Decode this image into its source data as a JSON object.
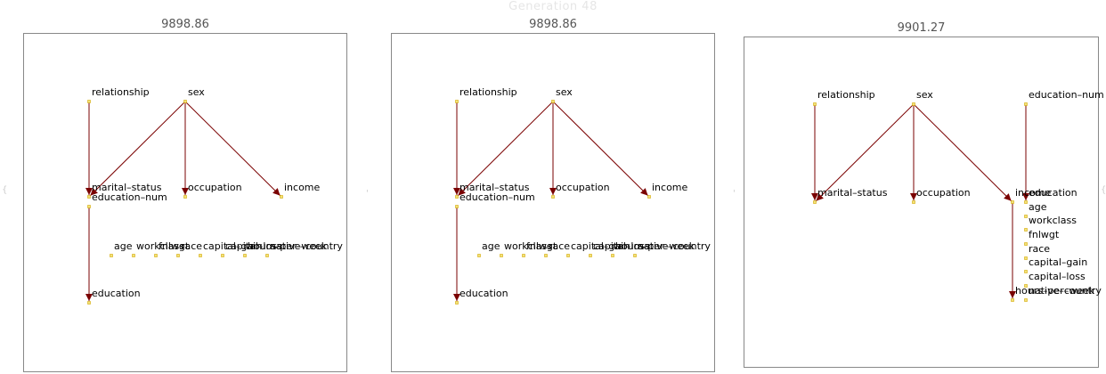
{
  "header": {
    "title": "Generation 48"
  },
  "separators": [
    "{",
    "'",
    "'",
    "{"
  ],
  "panels": [
    {
      "score": "9898.86",
      "nodes": [
        {
          "id": "relationship",
          "label": "relationship"
        },
        {
          "id": "sex",
          "label": "sex"
        },
        {
          "id": "marital-status",
          "label": "marital–status"
        },
        {
          "id": "occupation",
          "label": "occupation"
        },
        {
          "id": "income",
          "label": "income"
        },
        {
          "id": "education-num",
          "label": "education–num"
        },
        {
          "id": "age",
          "label": "age"
        },
        {
          "id": "workclass",
          "label": "workclass"
        },
        {
          "id": "fnlwgt",
          "label": "fnlwgt"
        },
        {
          "id": "race",
          "label": "race"
        },
        {
          "id": "capital-gain",
          "label": "capital–gain"
        },
        {
          "id": "capital-loss",
          "label": "capital–loss"
        },
        {
          "id": "hours-per-week",
          "label": "hours–per–week"
        },
        {
          "id": "native-country",
          "label": "native–country"
        },
        {
          "id": "education",
          "label": "education"
        }
      ],
      "edges": [
        {
          "from": "relationship",
          "to": "marital-status"
        },
        {
          "from": "sex",
          "to": "marital-status"
        },
        {
          "from": "sex",
          "to": "occupation"
        },
        {
          "from": "sex",
          "to": "income"
        },
        {
          "from": "education-num",
          "to": "education"
        }
      ]
    },
    {
      "score": "9898.86",
      "nodes": [
        {
          "id": "relationship",
          "label": "relationship"
        },
        {
          "id": "sex",
          "label": "sex"
        },
        {
          "id": "marital-status",
          "label": "marital–status"
        },
        {
          "id": "occupation",
          "label": "occupation"
        },
        {
          "id": "income",
          "label": "income"
        },
        {
          "id": "education-num",
          "label": "education–num"
        },
        {
          "id": "age",
          "label": "age"
        },
        {
          "id": "workclass",
          "label": "workclass"
        },
        {
          "id": "fnlwgt",
          "label": "fnlwgt"
        },
        {
          "id": "race",
          "label": "race"
        },
        {
          "id": "capital-gain",
          "label": "capital–gain"
        },
        {
          "id": "capital-loss",
          "label": "capital–loss"
        },
        {
          "id": "hours-per-week",
          "label": "hours–per–week"
        },
        {
          "id": "native-country",
          "label": "native–country"
        },
        {
          "id": "education",
          "label": "education"
        }
      ],
      "edges": [
        {
          "from": "relationship",
          "to": "marital-status"
        },
        {
          "from": "sex",
          "to": "marital-status"
        },
        {
          "from": "sex",
          "to": "occupation"
        },
        {
          "from": "sex",
          "to": "income"
        },
        {
          "from": "education-num",
          "to": "education"
        }
      ]
    },
    {
      "score": "9901.27",
      "nodes": [
        {
          "id": "relationship",
          "label": "relationship"
        },
        {
          "id": "sex",
          "label": "sex"
        },
        {
          "id": "education-num",
          "label": "education–num"
        },
        {
          "id": "marital-status",
          "label": "marital–status"
        },
        {
          "id": "occupation",
          "label": "occupation"
        },
        {
          "id": "income",
          "label": "income"
        },
        {
          "id": "education",
          "label": "education"
        },
        {
          "id": "age",
          "label": "age"
        },
        {
          "id": "workclass",
          "label": "workclass"
        },
        {
          "id": "fnlwgt",
          "label": "fnlwgt"
        },
        {
          "id": "race",
          "label": "race"
        },
        {
          "id": "capital-gain",
          "label": "capital–gain"
        },
        {
          "id": "capital-loss",
          "label": "capital–loss"
        },
        {
          "id": "native-country",
          "label": "native–country"
        },
        {
          "id": "hours-per-week",
          "label": "hours–per–week"
        }
      ],
      "edges": [
        {
          "from": "relationship",
          "to": "marital-status"
        },
        {
          "from": "sex",
          "to": "marital-status"
        },
        {
          "from": "sex",
          "to": "occupation"
        },
        {
          "from": "sex",
          "to": "income"
        },
        {
          "from": "education-num",
          "to": "education"
        },
        {
          "from": "income",
          "to": "hours-per-week"
        }
      ]
    }
  ]
}
